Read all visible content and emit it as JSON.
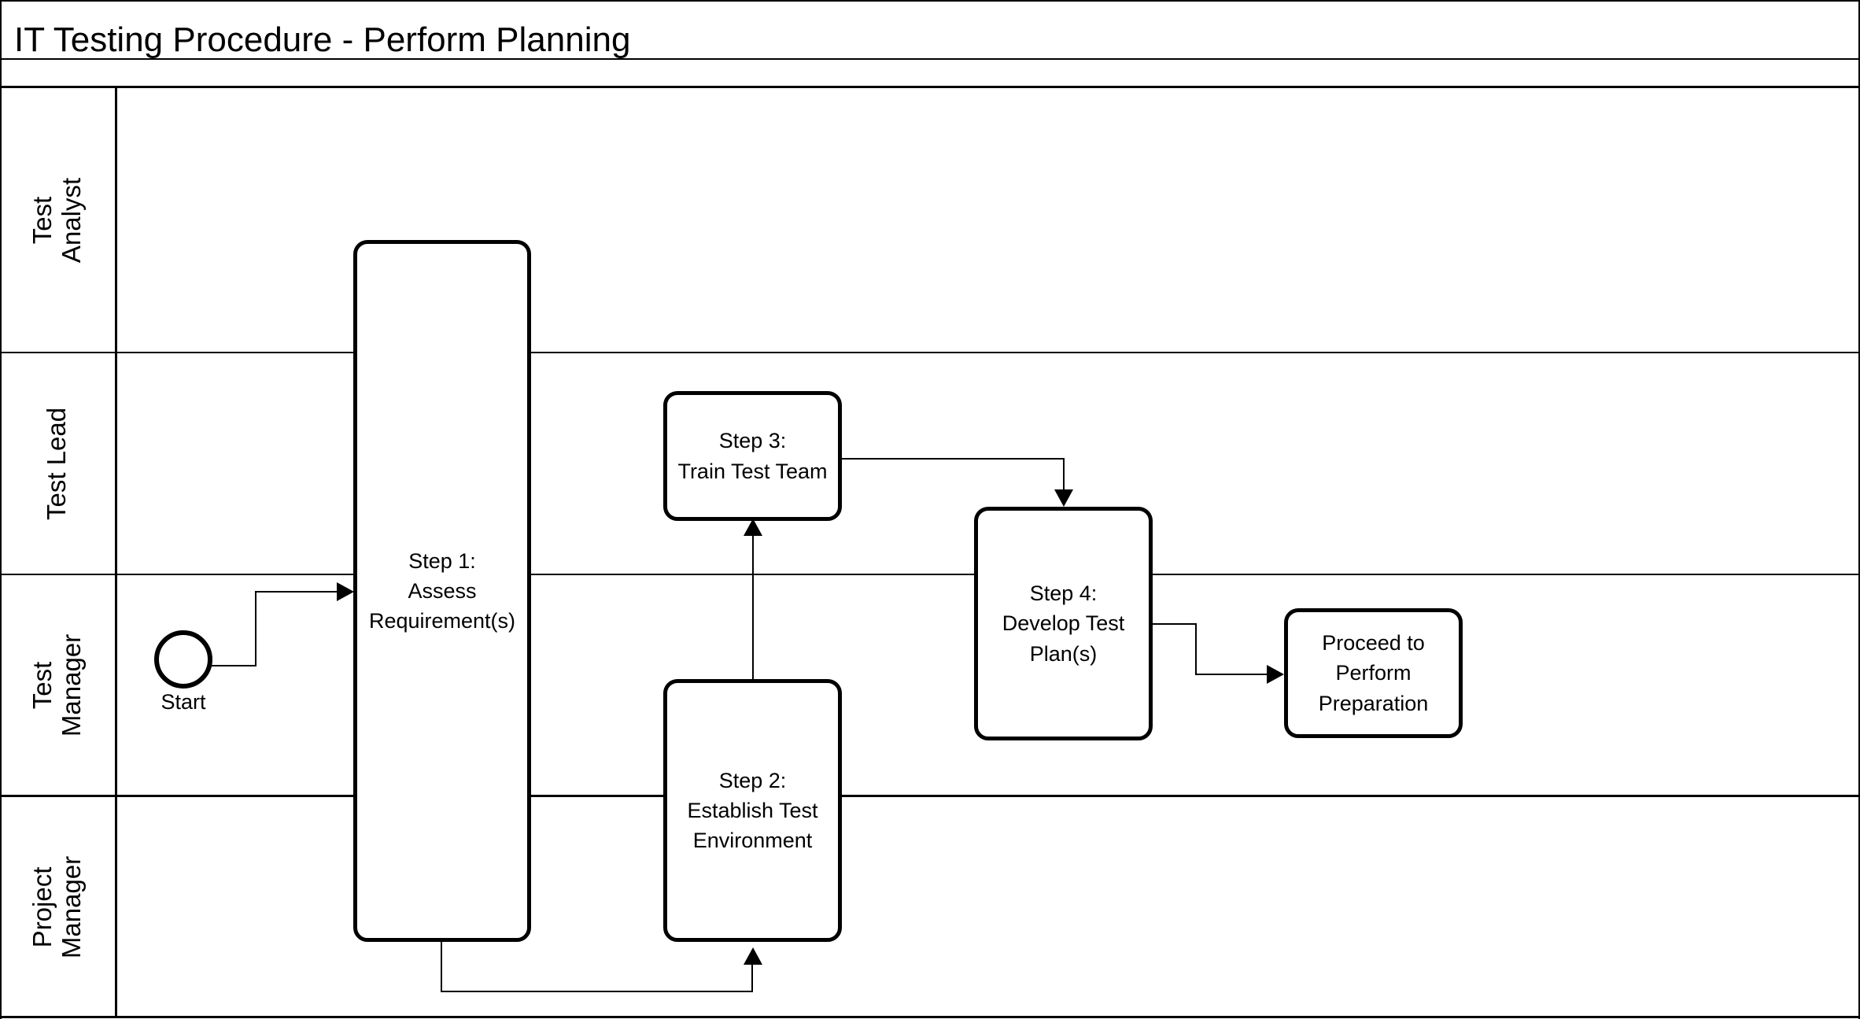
{
  "diagram": {
    "title": "IT Testing Procedure - Perform Planning",
    "type": "swimlane-flowchart",
    "colors": {
      "background": "#ffffff",
      "stroke": "#000000",
      "text": "#000000"
    },
    "lanes": [
      {
        "id": "lane-test-analyst",
        "label": "Test Analyst"
      },
      {
        "id": "lane-test-lead",
        "label": "Test Lead"
      },
      {
        "id": "lane-test-manager",
        "label": "Test Manager"
      },
      {
        "id": "lane-project-manager",
        "label": "Project\nManager"
      }
    ],
    "nodes": [
      {
        "id": "start",
        "label": "Start",
        "shape": "circle",
        "lane": "lane-test-manager"
      },
      {
        "id": "step1",
        "label": "Step 1:\nAssess\nRequirement(s)",
        "shape": "rounded-rectangle",
        "lane": "spans-all"
      },
      {
        "id": "step3",
        "label": "Step 3:\nTrain Test Team",
        "shape": "rounded-rectangle",
        "lane": "lane-test-lead"
      },
      {
        "id": "step2",
        "label": "Step 2:\nEstablish Test\nEnvironment",
        "shape": "rounded-rectangle",
        "lane": "lane-test-manager"
      },
      {
        "id": "step4",
        "label": "Step 4:\nDevelop Test\nPlan(s)",
        "shape": "rounded-rectangle",
        "lane": "lane-test-manager"
      },
      {
        "id": "proceed",
        "label": "Proceed to\nPerform\nPreparation",
        "shape": "rounded-rectangle",
        "lane": "lane-test-manager"
      }
    ],
    "edges": [
      {
        "from": "start",
        "to": "step1",
        "style": "orthogonal",
        "arrowhead": "right"
      },
      {
        "from": "step1",
        "to": "step2",
        "style": "orthogonal",
        "arrowhead": "up"
      },
      {
        "from": "step2",
        "to": "step3",
        "style": "straight",
        "arrowhead": "up"
      },
      {
        "from": "step3",
        "to": "step4",
        "style": "orthogonal",
        "arrowhead": "down"
      },
      {
        "from": "step4",
        "to": "proceed",
        "style": "orthogonal",
        "arrowhead": "right"
      }
    ]
  }
}
